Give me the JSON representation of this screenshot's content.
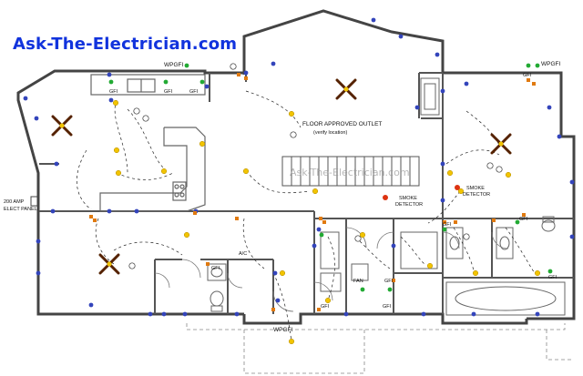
{
  "brand": {
    "title": "Ask-The-Electrician.com",
    "color": "#1133dd"
  },
  "watermark": "Ask-The-Electrician.com",
  "labels": {
    "wpgfi_top": "WPGFI",
    "wpgfi_right": "WPGFI",
    "wpgfi_bottom": "WPGFI",
    "gfi_kitchen_1": "GFI",
    "gfi_kitchen_2": "GFI",
    "gfi_kitchen_3": "GFI",
    "floor_outlet": "FLOOR APPROVED OUTLET",
    "floor_outlet_note": "(verify location)",
    "smoke_1_a": "SMOKE",
    "smoke_1_b": "DETECTOR",
    "smoke_2_a": "SMOKE",
    "smoke_2_b": "DETECTOR",
    "panel_a": "200 AMP",
    "panel_b": "ELECT PANEL",
    "ac": "A/C",
    "fan": "FAN",
    "gfi_bath1": "GFI",
    "gfi_hall": "GFI",
    "gfi_laundry": "GFI",
    "gfi_master_1": "GFI",
    "gfi_master_2": "GFI",
    "gfi_mbath": "GFI",
    "gfi_guest": "GFI",
    "gfi_entry": "GFI"
  },
  "colors": {
    "wall": "#444444",
    "outlet": "#3344bb",
    "switch": "#e07a10",
    "light": "#f2c400",
    "gfi": "#22aa33",
    "fan": "#552200",
    "smoke": "#dd3311"
  },
  "icons": {
    "ceiling_fan": "ceiling-fan-icon",
    "outlet": "outlet-icon",
    "switch": "switch-icon",
    "light": "light-fixture-icon",
    "smoke": "smoke-detector-icon"
  }
}
